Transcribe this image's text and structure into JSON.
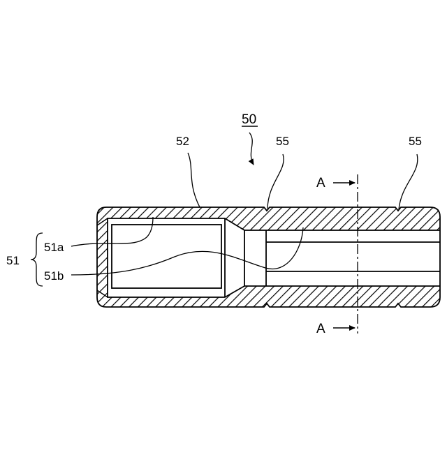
{
  "labels": {
    "assembly": "50",
    "body": "52",
    "groove_left": "55",
    "groove_right": "55",
    "group": "51",
    "part_a": "51a",
    "part_b": "51b",
    "section_top": "A",
    "section_bottom": "A"
  }
}
